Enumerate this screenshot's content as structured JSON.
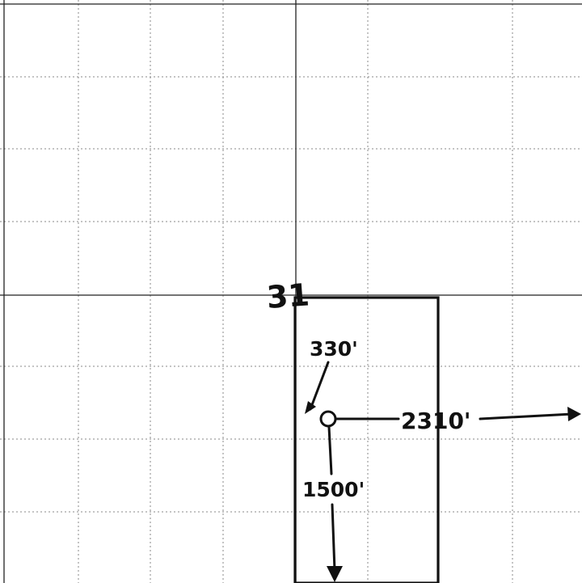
{
  "section": {
    "number": "31"
  },
  "well": {
    "footages": {
      "from_west_line": "330'",
      "from_south_line": "1500'",
      "from_east_line": "2310'"
    }
  },
  "colors": {
    "ink": "#111111",
    "grid_dotted": "#8a8a8a",
    "section_line": "#222222",
    "paper": "#ffffff"
  },
  "icons": {
    "well_location": "circle-well-icon",
    "dimension_arrow": "arrowhead-icon"
  }
}
